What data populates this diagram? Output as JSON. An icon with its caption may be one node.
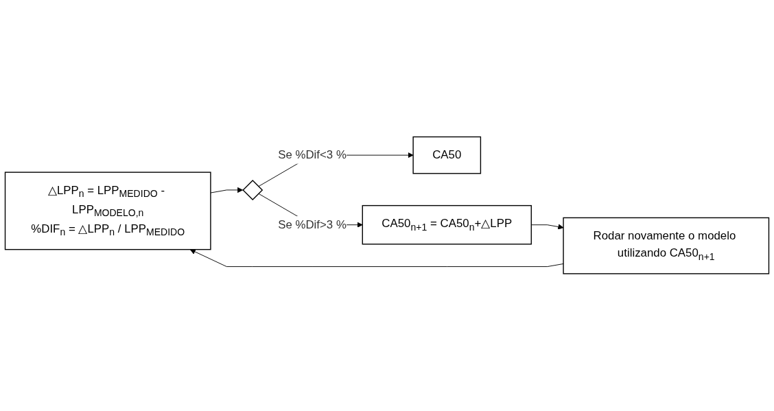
{
  "diagram": {
    "nodes": [
      {
        "text": [
          "△LPP$_{n}$ = LPP$_{MEDIDO}$ - LPP$_{MODELO,n}$",
          "%DIF$_{n}$ = △LPP$_{n}$ / LPP$_{MEDIDO}$"
        ]
      },
      {
        "text": [],
        "shape": "diamond"
      },
      {
        "text": [
          "CA50"
        ]
      },
      {
        "text": [
          "CA50$_{n+1}$ = CA50$_{n}$+△LPP"
        ]
      },
      {
        "text": [
          "Rodar novamente o modelo utilizando CA50$_{n+1}$"
        ]
      }
    ],
    "edges": [
      {
        "from": 0,
        "to": 1,
        "arrow": "to"
      },
      {
        "from": 1,
        "to": 2,
        "arrow": "to",
        "label": "Se %Dif<3 %"
      },
      {
        "from": 1,
        "to": 3,
        "arrow": "to",
        "label": "Se %Dif>3 %"
      },
      {
        "from": 3,
        "to": 4,
        "arrow": "to"
      },
      {
        "from": 4,
        "to": 0,
        "arrow": "to"
      }
    ]
  }
}
